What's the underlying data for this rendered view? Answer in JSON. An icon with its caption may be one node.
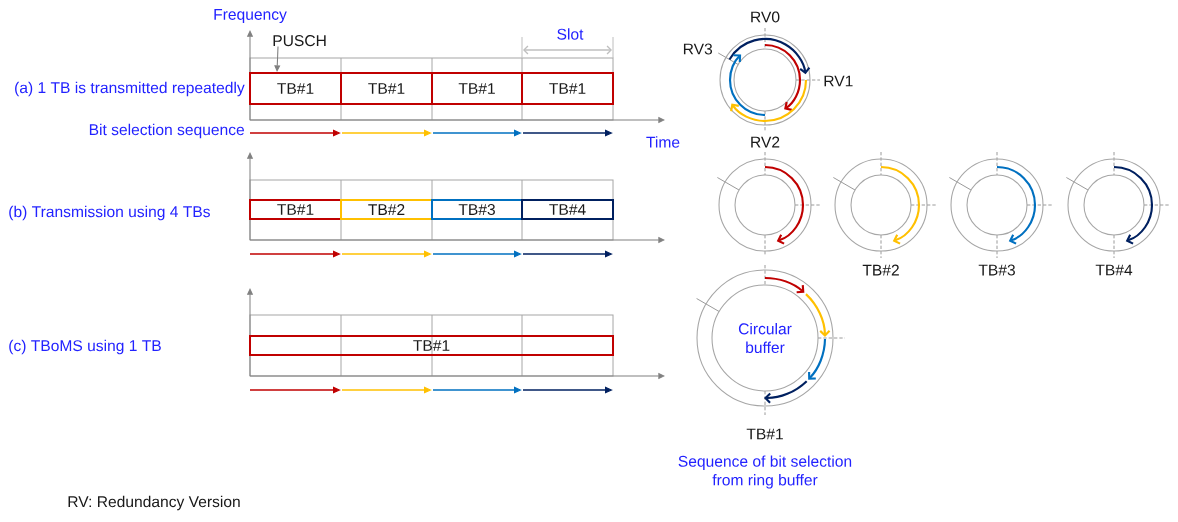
{
  "diagram": {
    "nodes": [
      {
        "text": [
          "PUSCH"
        ]
      },
      {
        "text": [
          "TB#1"
        ]
      },
      {
        "text": [
          "TB#1"
        ]
      },
      {
        "text": [
          "TB#1"
        ]
      },
      {
        "text": [
          "TB#1"
        ]
      },
      {
        "text": [
          "TB#1"
        ]
      },
      {
        "text": [
          "TB#2"
        ]
      },
      {
        "text": [
          "TB#3"
        ]
      },
      {
        "text": [
          "TB#4"
        ]
      },
      {
        "text": [
          "TB#1"
        ]
      },
      {
        "text": [],
        "shape": "circle",
        "beside": [
          "RV0",
          "RV3",
          "RV1",
          "RV2"
        ]
      },
      {
        "text": [],
        "shape": "circle"
      },
      {
        "text": [],
        "shape": "circle",
        "beside": [
          "TB#2"
        ]
      },
      {
        "text": [],
        "shape": "circle",
        "beside": [
          "TB#3"
        ]
      },
      {
        "text": [],
        "shape": "circle",
        "beside": [
          "TB#4"
        ]
      },
      {
        "text": [
          "Circular buffer"
        ],
        "beside": [
          "TB#1"
        ]
      }
    ],
    "edges": [
      {
        "from": 0,
        "to": 1,
        "arrow": "to"
      }
    ],
    "labels": [
      "Frequency",
      "Slot",
      "(a) 1 TB is transmitted repeatedly",
      "Bit selection sequence",
      "Time",
      "(b) Transmission using 4 TBs",
      "(c) TBoMS using 1 TB",
      "Sequence of bit selection from ring buffer",
      "RV: Redundancy Version"
    ]
  }
}
